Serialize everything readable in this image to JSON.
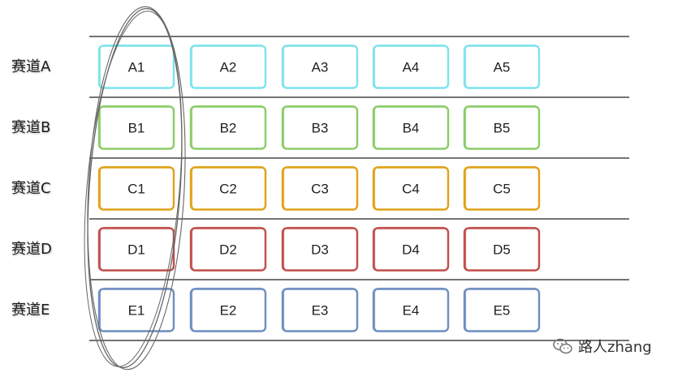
{
  "lanes": [
    {
      "label": "赛道A",
      "color": "#7fe3ec",
      "cards": [
        "A1",
        "A2",
        "A3",
        "A4",
        "A5"
      ]
    },
    {
      "label": "赛道B",
      "color": "#8ccc6a",
      "cards": [
        "B1",
        "B2",
        "B3",
        "B4",
        "B5"
      ]
    },
    {
      "label": "赛道C",
      "color": "#e0a31a",
      "cards": [
        "C1",
        "C2",
        "C3",
        "C4",
        "C5"
      ]
    },
    {
      "label": "赛道D",
      "color": "#c0504d",
      "cards": [
        "D1",
        "D2",
        "D3",
        "D4",
        "D5"
      ]
    },
    {
      "label": "赛道E",
      "color": "#6f8fc2",
      "cards": [
        "E1",
        "E2",
        "E3",
        "E4",
        "E5"
      ]
    }
  ],
  "watermark": {
    "text": "路人zhang",
    "icon": "wechat-logo-icon"
  },
  "highlight": {
    "description": "ellipse",
    "color": "#666666"
  }
}
